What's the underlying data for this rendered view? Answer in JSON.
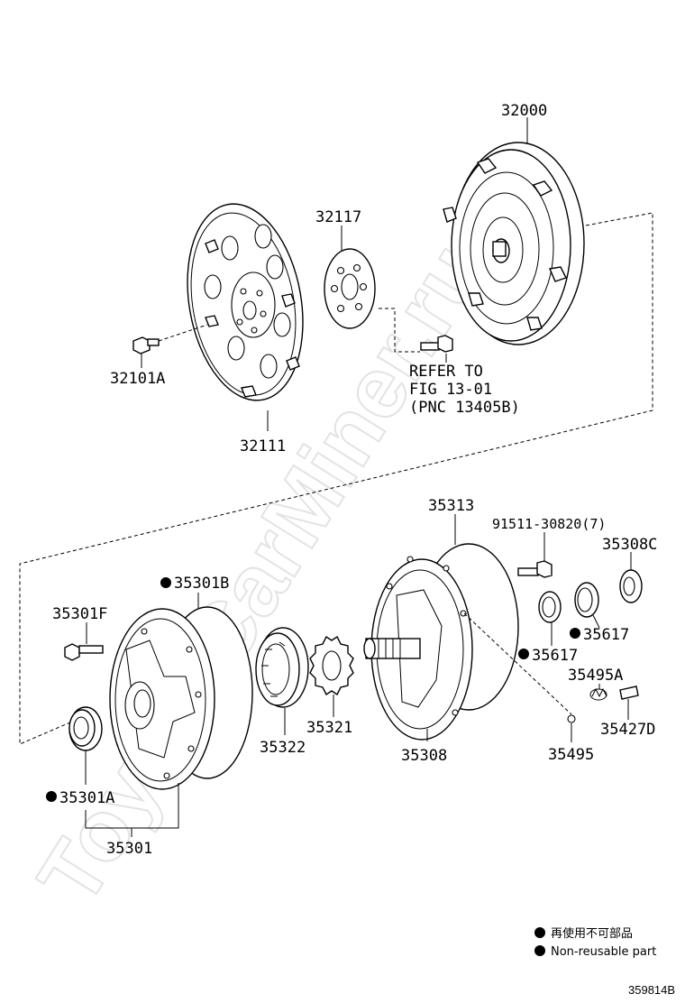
{
  "watermark": "ToyotaCarMiner.ru",
  "labels": {
    "p32000": "32000",
    "p32117": "32117",
    "p32101A": "32101A",
    "p32111": "32111",
    "refer_line1": "REFER TO",
    "refer_line2": "FIG 13-01",
    "refer_line3": "(PNC 13405B)",
    "p35313": "35313",
    "p91511": "91511-30820(7)",
    "p35308C": "35308C",
    "p35301B": "35301B",
    "p35301F": "35301F",
    "p35617a": "35617",
    "p35617b": "35617",
    "p35495A": "35495A",
    "p35427D": "35427D",
    "p35321": "35321",
    "p35322": "35322",
    "p35308": "35308",
    "p35495": "35495",
    "p35301A": "35301A",
    "p35301": "35301"
  },
  "legend": {
    "jp": "再使用不可部品",
    "en": "Non-reusable part"
  },
  "figure_code": "359814B"
}
